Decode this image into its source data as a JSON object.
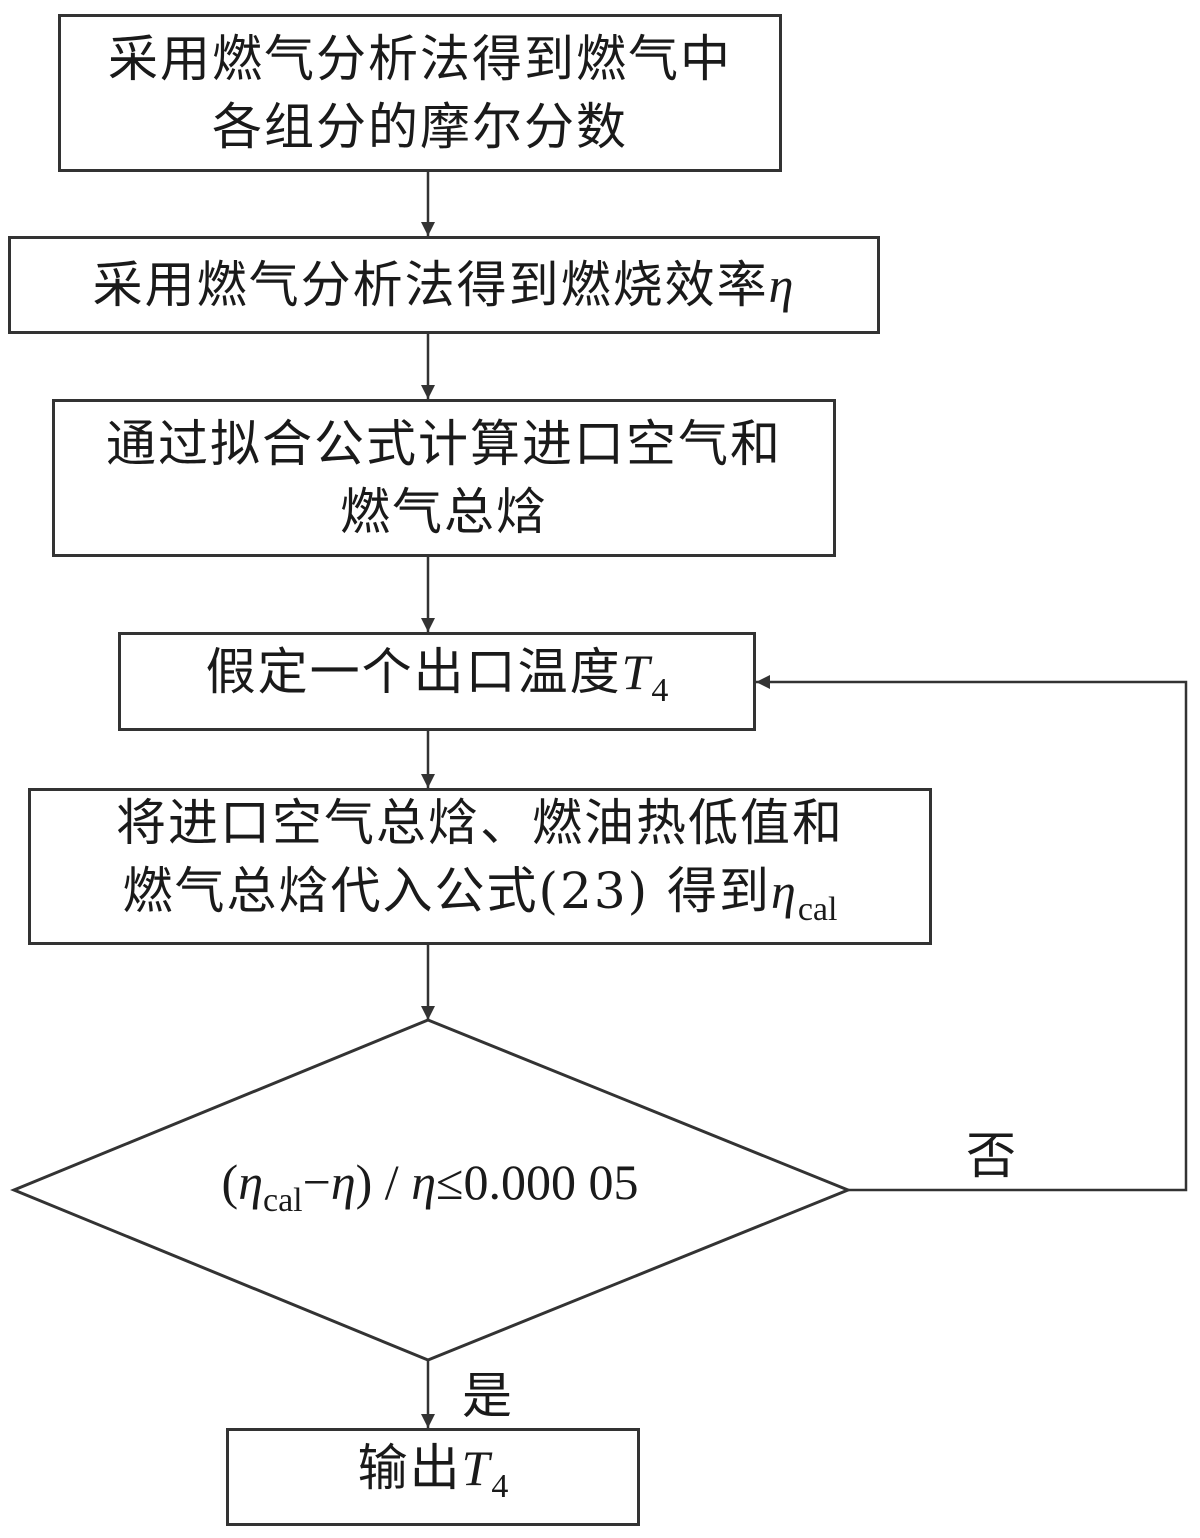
{
  "steps": {
    "step1": {
      "line1": "采用燃气分析法得到燃气中",
      "line2": "各组分的摩尔分数"
    },
    "step2": {
      "text": "采用燃气分析法得到燃烧效率",
      "symbol": "η"
    },
    "step3": {
      "line1": "通过拟合公式计算进口空气和",
      "line2": "燃气总焓"
    },
    "step4": {
      "text": "假定一个出口温度",
      "symbol": "T",
      "subscript": "4"
    },
    "step5": {
      "line1": "将进口空气总焓、燃油热低值和",
      "line2": "燃气总焓代入公式(23) 得到",
      "symbol": "η",
      "subscript": "cal"
    },
    "decision": {
      "open": "(",
      "eta_cal": "η",
      "eta_cal_sub": "cal",
      "minus": "−",
      "eta": "η",
      "close": ") / ",
      "eta2": "η",
      "rel": "≤0.000 05"
    },
    "output": {
      "text": "输出",
      "symbol": "T",
      "subscript": "4"
    }
  },
  "edges": {
    "no_label": "否",
    "yes_label": "是"
  },
  "colors": {
    "line": "#333333",
    "text": "#1a1a1a",
    "background": "#ffffff"
  }
}
